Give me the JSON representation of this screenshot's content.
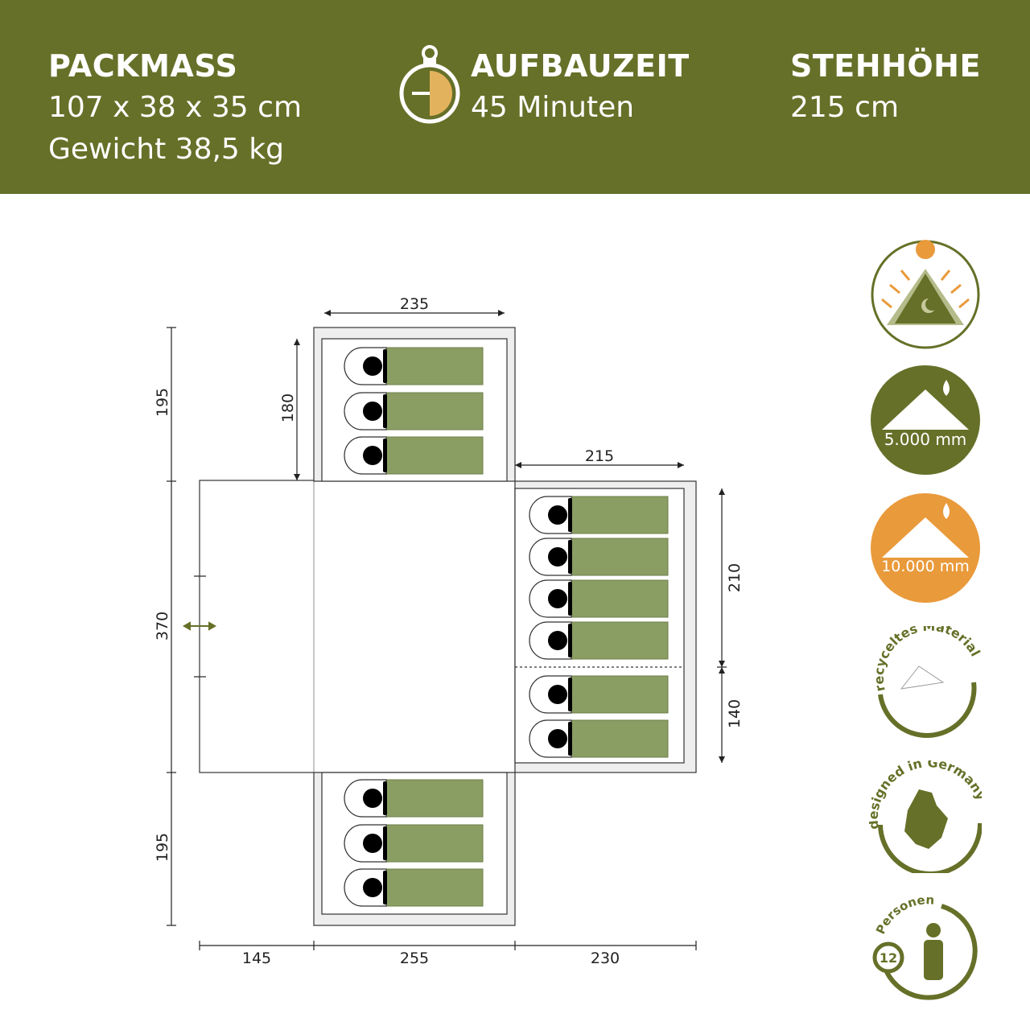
{
  "header": {
    "pack": {
      "title": "PACKMASS",
      "dims": "107 x 38 x 35 cm",
      "weight": "Gewicht 38,5 kg"
    },
    "setup": {
      "title": "AUFBAUZEIT",
      "value": "45 Minuten",
      "icon": "stopwatch-icon"
    },
    "height": {
      "title": "STEHHÖHE",
      "value": "215 cm"
    }
  },
  "dimensions": {
    "top_room_width": "235",
    "top_room_depth": "180",
    "right_room_width": "215",
    "left_top": "195",
    "left_middle": "370",
    "left_bottom": "195",
    "right_upper": "210",
    "right_lower": "140",
    "bottom_left": "145",
    "bottom_middle": "255",
    "bottom_right": "230"
  },
  "badges": {
    "hydrostatic_fly": "5.000 mm",
    "hydrostatic_floor": "10.000 mm",
    "recycled": "recyceltes Material",
    "designed": "designed in Germany",
    "persons_label": "Personen",
    "persons_count": "12"
  },
  "colors": {
    "brand": "#667028",
    "bag": "#8a9e63",
    "orange": "#e99a3b"
  }
}
